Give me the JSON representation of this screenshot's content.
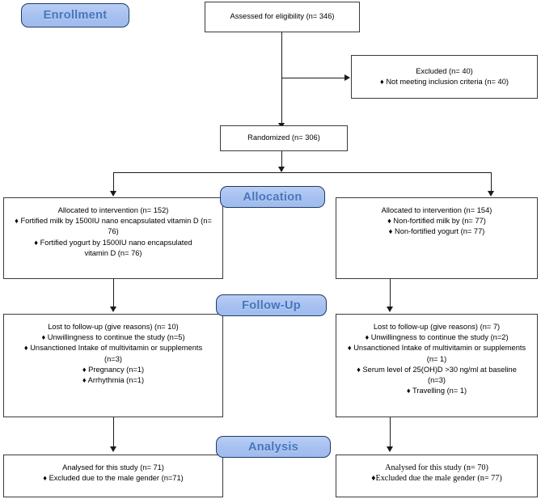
{
  "diagram": {
    "title": "CONSORT participant flow diagram",
    "accent_pill_fill": "#a6c0ef",
    "accent_pill_text": "#4674bd",
    "accent_pill_border": "#1f3a66",
    "box_border": "#3a3a3a",
    "line_color": "#1a1a1a"
  },
  "stages": {
    "enrollment": "Enrollment",
    "allocation": "Allocation",
    "followup": "Follow-Up",
    "analysis": "Analysis"
  },
  "boxes": {
    "assessed": {
      "lines": [
        "Assessed for eligibility (n= 346)"
      ]
    },
    "excluded": {
      "lines": [
        "Excluded (n= 40)",
        "♦ Not meeting inclusion criteria (n= 40)"
      ]
    },
    "randomized": {
      "lines": [
        "Randomized (n= 306)"
      ]
    },
    "allocation_left": {
      "lines": [
        "Allocated to intervention (n= 152)",
        "♦ Fortified milk by 1500IU nano encapsulated vitamin D (n= 76)",
        "♦ Fortified yogurt by 1500IU nano encapsulated vitamin D (n= 76)"
      ]
    },
    "allocation_right": {
      "lines": [
        "Allocated to intervention (n= 154)",
        "♦ Non-fortified milk by (n= 77)",
        "♦ Non-fortified yogurt (n= 77)"
      ]
    },
    "followup_left": {
      "lines": [
        "Lost to follow-up (give reasons) (n= 10)",
        "♦ Unwillingness to continue the study (n=5)",
        "♦ Unsanctioned Intake of multivitamin or supplements (n=3)",
        "♦ Pregnancy (n=1)",
        "♦ Arrhythmia (n=1)"
      ]
    },
    "followup_right": {
      "lines": [
        "Lost to follow-up (give reasons) (n= 7)",
        "♦ Unwillingness to continue the study (n=2)",
        "♦ Unsanctioned Intake of multivitamin or supplements (n= 1)",
        "♦ Serum level of 25(OH)D >30 ng/ml at baseline (n=3)",
        "♦ Travelling (n= 1)"
      ]
    },
    "analysis_left": {
      "lines": [
        "Analysed for this study (n= 71)",
        "♦ Excluded due to the male gender (n=71)"
      ]
    },
    "analysis_right": {
      "lines": [
        "Analysed for this study (n= 70)",
        "♦Excluded due the male gender (n= 77)"
      ]
    }
  }
}
